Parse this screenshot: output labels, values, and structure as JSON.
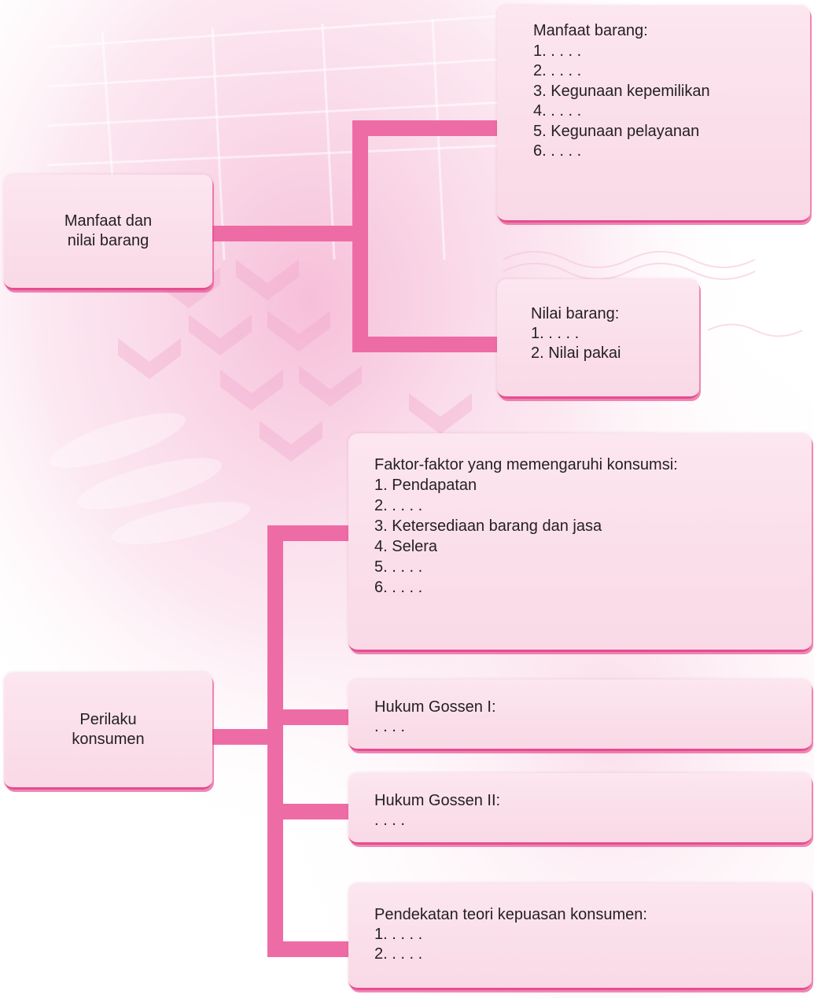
{
  "diagram": {
    "top_group": {
      "root_label_lines": [
        "Manfaat dan",
        "nilai barang"
      ],
      "manfaat": {
        "title": "Manfaat barang:",
        "items": [
          "1. . . . .",
          "2. . . . .",
          "3. Kegunaan kepemilikan",
          "4. . . . .",
          "5. Kegunaan pelayanan",
          "6. . . . ."
        ]
      },
      "nilai": {
        "title": "Nilai barang:",
        "items": [
          "1. . . . .",
          "2. Nilai pakai"
        ]
      }
    },
    "bottom_group": {
      "root_label_lines": [
        "Perilaku",
        "konsumen"
      ],
      "faktor": {
        "title": "Faktor-faktor yang memengaruhi konsumsi:",
        "items": [
          "1. Pendapatan",
          "2. . . . .",
          "3. Ketersediaan barang dan jasa",
          "4. Selera",
          "5. . . . .",
          "6. . . . ."
        ]
      },
      "gossen1": {
        "title": "Hukum Gossen I:",
        "text": ". . . ."
      },
      "gossen2": {
        "title": "Hukum Gossen II:",
        "text": ". . . ."
      },
      "teori": {
        "title": "Pendekatan teori kepuasan konsumen:",
        "items": [
          "1. . . . .",
          "2. . . . ."
        ]
      }
    },
    "colors": {
      "connector": "#ee6ca6",
      "box_fill": "#fbe0eb",
      "box_edge": "#e64d8f",
      "text": "#231f20"
    }
  }
}
